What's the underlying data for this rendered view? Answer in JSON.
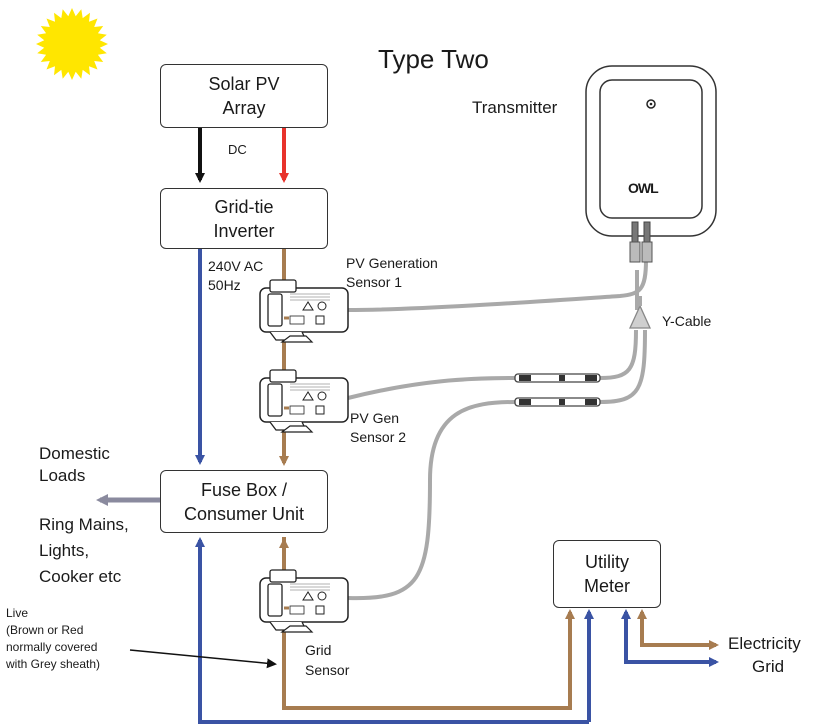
{
  "title": "Type Two",
  "boxes": {
    "solar": {
      "line1": "Solar PV",
      "line2": "Array"
    },
    "inverter": {
      "line1": "Grid-tie",
      "line2": "Inverter"
    },
    "fusebox": {
      "line1": "Fuse Box /",
      "line2": "Consumer Unit"
    },
    "meter": {
      "line1": "Utility",
      "line2": "Meter"
    }
  },
  "labels": {
    "dc": "DC",
    "ac_line1": "240V AC",
    "ac_line2": "50Hz",
    "transmitter": "Transmitter",
    "transmitter_brand": "OWL",
    "ycable": "Y-Cable",
    "pv1_line1": "PV Generation",
    "pv1_line2": "Sensor 1",
    "pv2_line1": "PV Gen",
    "pv2_line2": "Sensor 2",
    "grid_sensor_line1": "Grid",
    "grid_sensor_line2": "Sensor",
    "domestic_line1": "Domestic",
    "domestic_line2": "Loads",
    "ring_line1": "Ring Mains,",
    "ring_line2": "Lights,",
    "ring_line3": "Cooker etc",
    "live_line1": "Live",
    "live_line2": "(Brown or Red",
    "live_line3": "normally covered",
    "live_line4": "with Grey sheath)",
    "grid_line1": "Electricity",
    "grid_line2": "Grid"
  },
  "colors": {
    "sun": "#ffe600",
    "dc_negative": "#111111",
    "dc_positive": "#e8322b",
    "neutral": "#3a53a4",
    "live": "#a77c50",
    "sensor_cable": "#a9a9a9",
    "load_arrow": "#8a8a9e"
  },
  "icons": {
    "sun": "sun-icon",
    "sensor": "current-clamp-icon",
    "transmitter": "owl-transmitter-icon",
    "splitter": "y-splitter-icon"
  }
}
